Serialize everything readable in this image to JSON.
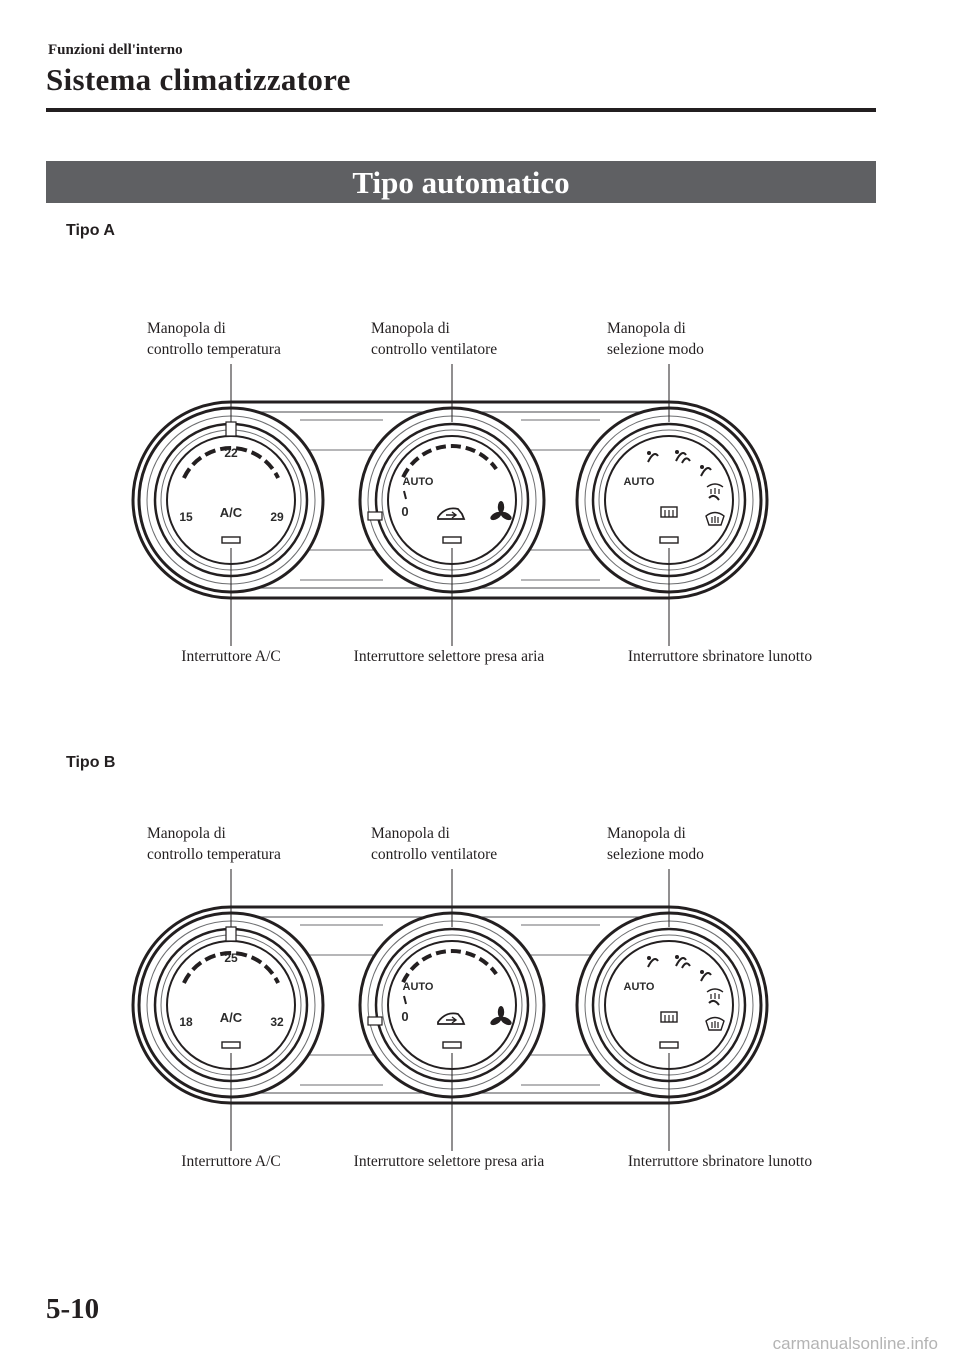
{
  "header": {
    "section": "Funzioni dell'interno",
    "title": "Sistema climatizzatore"
  },
  "banner": "Tipo automatico",
  "variants": [
    {
      "label": "Tipo A",
      "callouts_top": [
        {
          "line1": "Manopola di",
          "line2": "controllo temperatura"
        },
        {
          "line1": "Manopola di",
          "line2": "controllo ventilatore"
        },
        {
          "line1": "Manopola di",
          "line2": "selezione modo"
        }
      ],
      "callouts_bottom": [
        "Interruttore A/C",
        "Interruttore selettore presa aria",
        "Interruttore sbrinatore lunotto"
      ],
      "temperature": {
        "min": "15",
        "mid": "22",
        "max": "29",
        "switch": "A/C"
      },
      "fan": {
        "auto": "AUTO",
        "off": "0"
      },
      "mode": {
        "auto": "AUTO"
      }
    },
    {
      "label": "Tipo B",
      "callouts_top": [
        {
          "line1": "Manopola di",
          "line2": "controllo temperatura"
        },
        {
          "line1": "Manopola di",
          "line2": "controllo ventilatore"
        },
        {
          "line1": "Manopola di",
          "line2": "selezione modo"
        }
      ],
      "callouts_bottom": [
        "Interruttore A/C",
        "Interruttore selettore presa aria",
        "Interruttore sbrinatore lunotto"
      ],
      "temperature": {
        "min": "18",
        "mid": "25",
        "max": "32",
        "switch": "A/C"
      },
      "fan": {
        "auto": "AUTO",
        "off": "0"
      },
      "mode": {
        "auto": "AUTO"
      }
    }
  ],
  "page_number": "5-10",
  "watermark": "carmanualsonline.info",
  "icons": [
    "recirculation-icon",
    "fan-icon",
    "face-vent-icon",
    "bilevel-vent-icon",
    "foot-vent-icon",
    "foot-defrost-icon",
    "windshield-defroster-icon",
    "rear-defroster-icon"
  ]
}
